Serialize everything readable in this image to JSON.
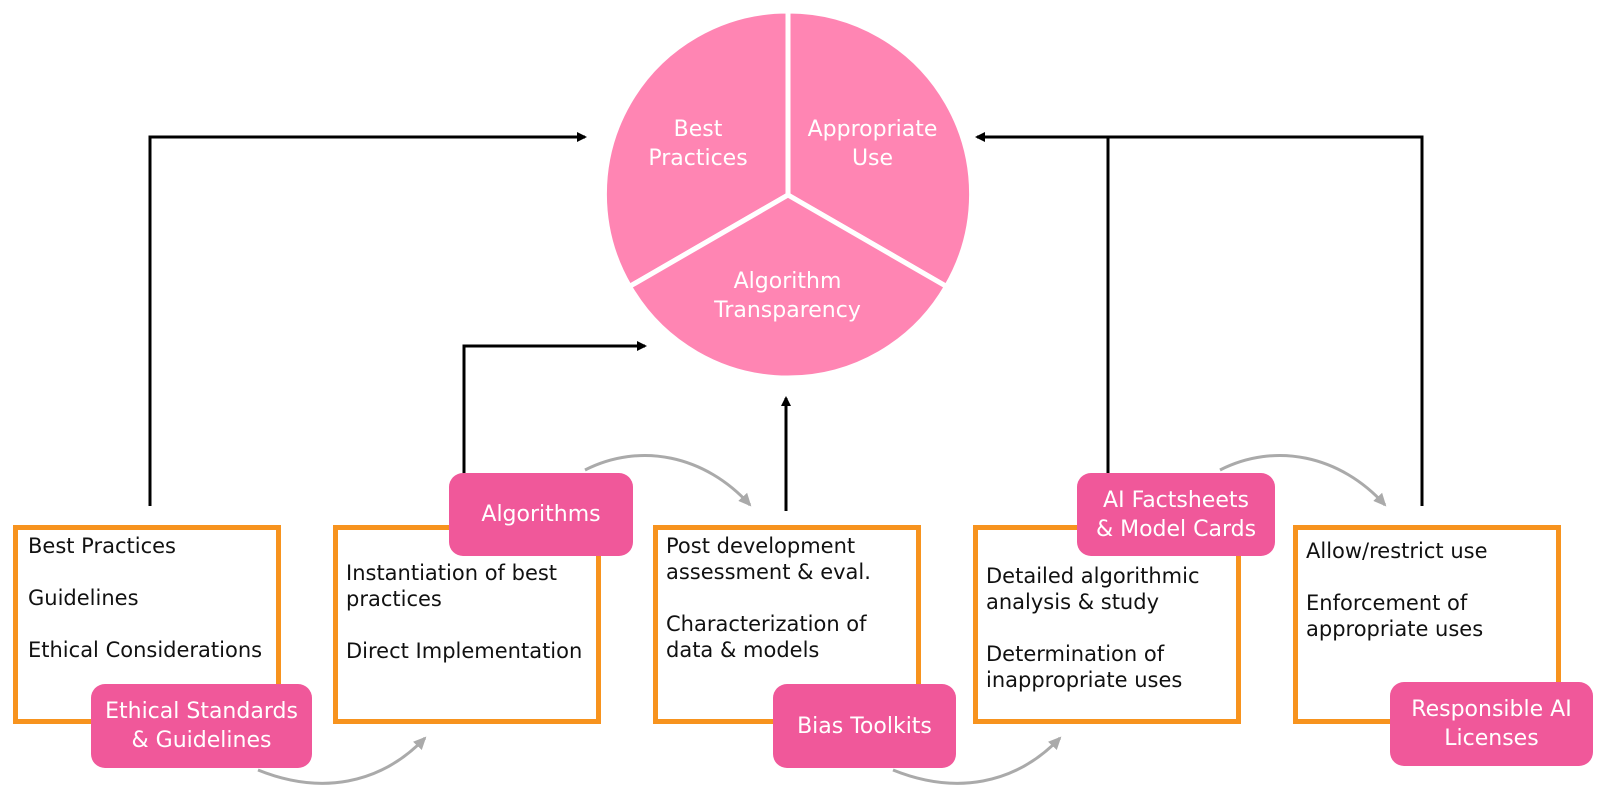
{
  "colors": {
    "pie_fill": "#ff85b3",
    "tag_fill": "#f0589a",
    "box_border": "#f7931e",
    "arrow": "#000000",
    "curved_arrow": "#aaaaaa"
  },
  "pie": {
    "segments": [
      {
        "label": "Best\nPractices"
      },
      {
        "label": "Appropriate\nUse"
      },
      {
        "label": "Algorithm\nTransparency"
      }
    ]
  },
  "boxes": [
    {
      "lines": "Best Practices\n\nGuidelines\n\nEthical Considerations",
      "tag": "Ethical Standards\n& Guidelines"
    },
    {
      "lines": "Instantiation of best\npractices\n\nDirect Implementation",
      "tag": "Algorithms"
    },
    {
      "lines": "Post development\nassessment & eval.\n\nCharacterization of\ndata & models",
      "tag": "Bias Toolkits"
    },
    {
      "lines": "Detailed algorithmic\nanalysis & study\n\nDetermination of\ninappropriate uses",
      "tag": "AI Factsheets\n& Model Cards"
    },
    {
      "lines": "Allow/restrict use\n\nEnforcement of\nappropriate uses",
      "tag": "Responsible AI\nLicenses"
    }
  ]
}
